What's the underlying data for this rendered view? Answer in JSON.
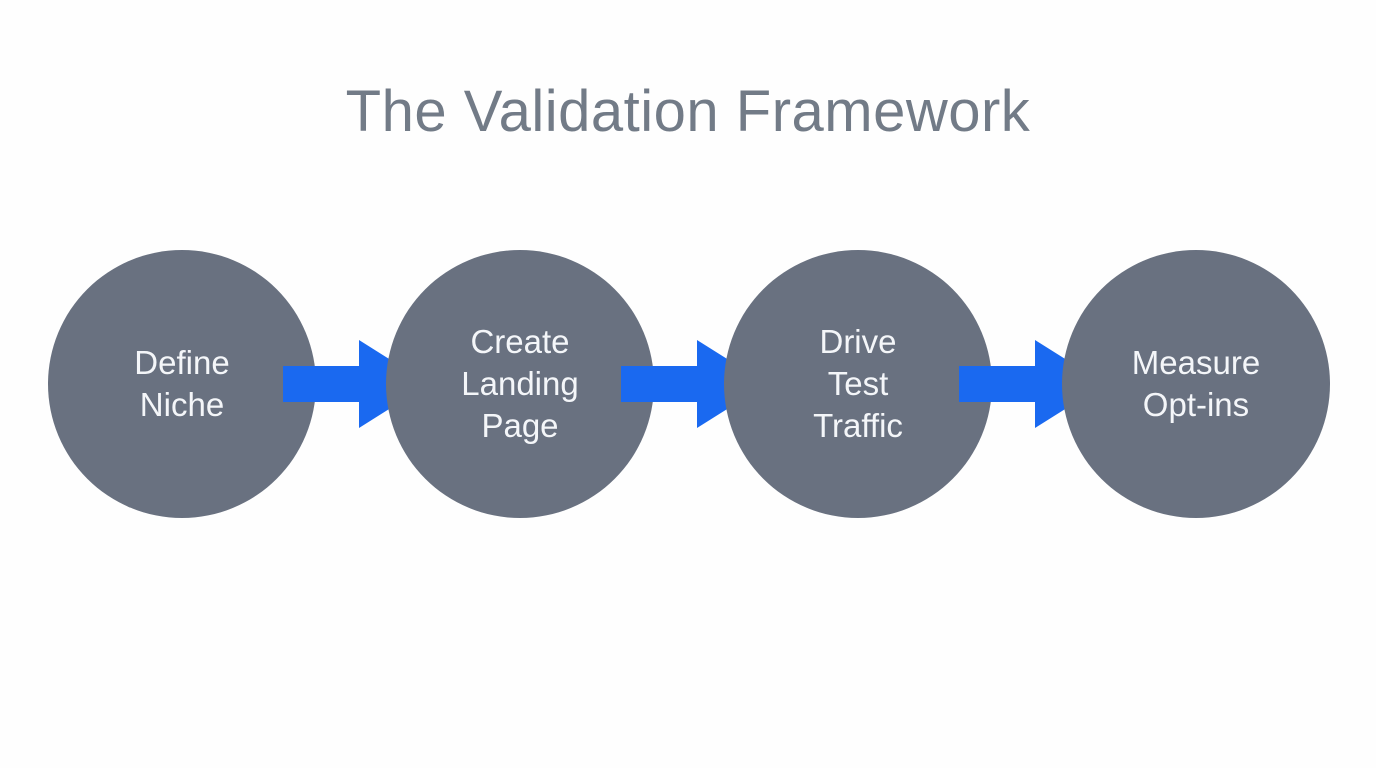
{
  "title": "The Validation Framework",
  "steps": [
    {
      "label": "Define\nNiche"
    },
    {
      "label": "Create\nLanding\nPage"
    },
    {
      "label": "Drive\nTest\nTraffic"
    },
    {
      "label": "Measure\nOpt-ins"
    }
  ],
  "icons": {
    "connector": "right-arrow-icon"
  },
  "colors": {
    "background": "#fefefe",
    "title_text": "#727b87",
    "circle_fill": "#697180",
    "circle_text": "#f4f6f9",
    "arrow": "#1a69f0"
  }
}
